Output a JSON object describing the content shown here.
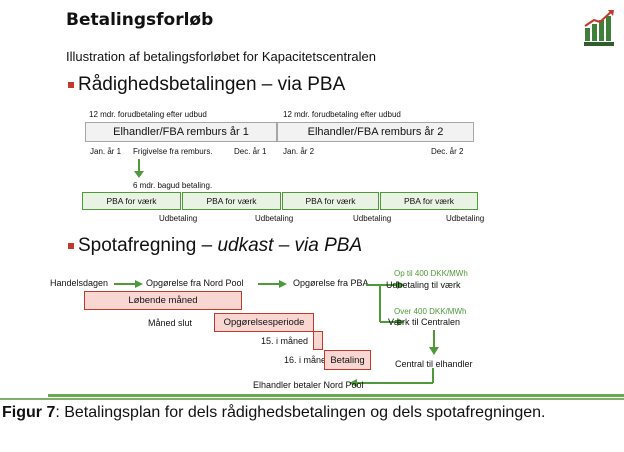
{
  "slide": {
    "title": "Betalingsforløb",
    "subtitle": "Illustration af betalingsforløbet for Kapacitetscentralen",
    "section1": "Rådighedsbetalingen – via PBA",
    "section2_a": "Spotafregning – ",
    "section2_b": "udkast – via PBA",
    "logo_icon": "bar-chart-growth-icon",
    "accent_color": "#c0392b",
    "green_color": "#4e9a3a"
  },
  "timeline1": {
    "label_left": "12 mdr. forudbetaling efter udbud",
    "label_right": "12 mdr. forudbetaling efter udbud",
    "box1": "Elhandler/FBA remburs år 1",
    "box2": "Elhandler/FBA remburs år 2",
    "t_jan1": "Jan. år 1",
    "t_frig": "Frigivelse fra remburs.",
    "t_dec1": "Dec. år 1",
    "t_jan2": "Jan. år 2",
    "t_dec2": "Dec. år 2",
    "bagud": "6 mdr. bagud betaling.",
    "pba_boxes": [
      "PBA for værk",
      "PBA for værk",
      "PBA for værk",
      "PBA for værk"
    ],
    "udbetaling": [
      "Udbetaling",
      "Udbetaling",
      "Udbetaling",
      "Udbetaling"
    ]
  },
  "spot": {
    "handelsdagen": "Handelsdagen",
    "opg_nordpool": "Opgørelse fra Nord Pool",
    "opg_pba": "Opgørelse fra PBA",
    "op_til": "Op til 400 DKK/MWh",
    "udb_vaerk": "Udbetaling til værk",
    "over": "Over 400 DKK/MWh",
    "vaerk_central": "Værk til Centralen",
    "lobende": "Løbende måned",
    "maaned_slut": "Måned slut",
    "opg_periode": "Opgørelsesperiode",
    "d15": "15. i måned",
    "d16": "16. i måned",
    "betaling": "Betaling",
    "central_elh": "Central til elhandler",
    "elh_betaler": "Elhandler betaler Nord Pool"
  },
  "caption": {
    "label": "Figur 7",
    "text": ": Betalingsplan for dels rådighedsbetalingen og dels spotafregningen."
  }
}
